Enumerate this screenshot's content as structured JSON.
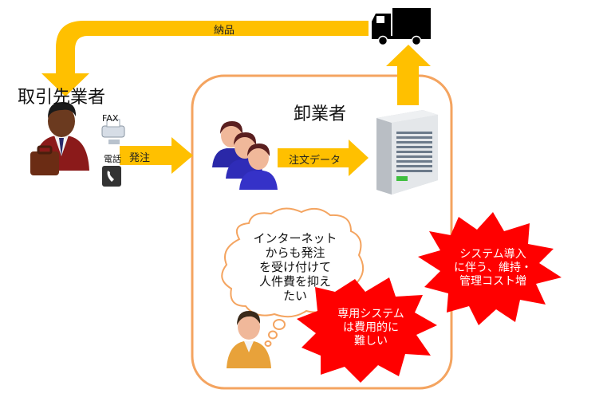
{
  "partner_label": "取引先業者",
  "wholesaler_label": "卸業者",
  "delivery_label": "納品",
  "order_label": "発注",
  "fax_label": "FAX",
  "phone_label": "電話",
  "order_data_label": "注文データ",
  "thought_lines": [
    "インターネット",
    "からも発注",
    "を受け付けて",
    "人件費を抑え",
    "たい"
  ],
  "burst_right_lines": [
    "システム導入",
    "に伴う、維持・",
    "管理コスト増"
  ],
  "burst_center_lines": [
    "専用システム",
    "は費用的に",
    "難しい"
  ],
  "colors": {
    "arrow": "#FFC000",
    "frame": "#F4A460",
    "burst": "#FF0000",
    "truck": "#000000"
  }
}
